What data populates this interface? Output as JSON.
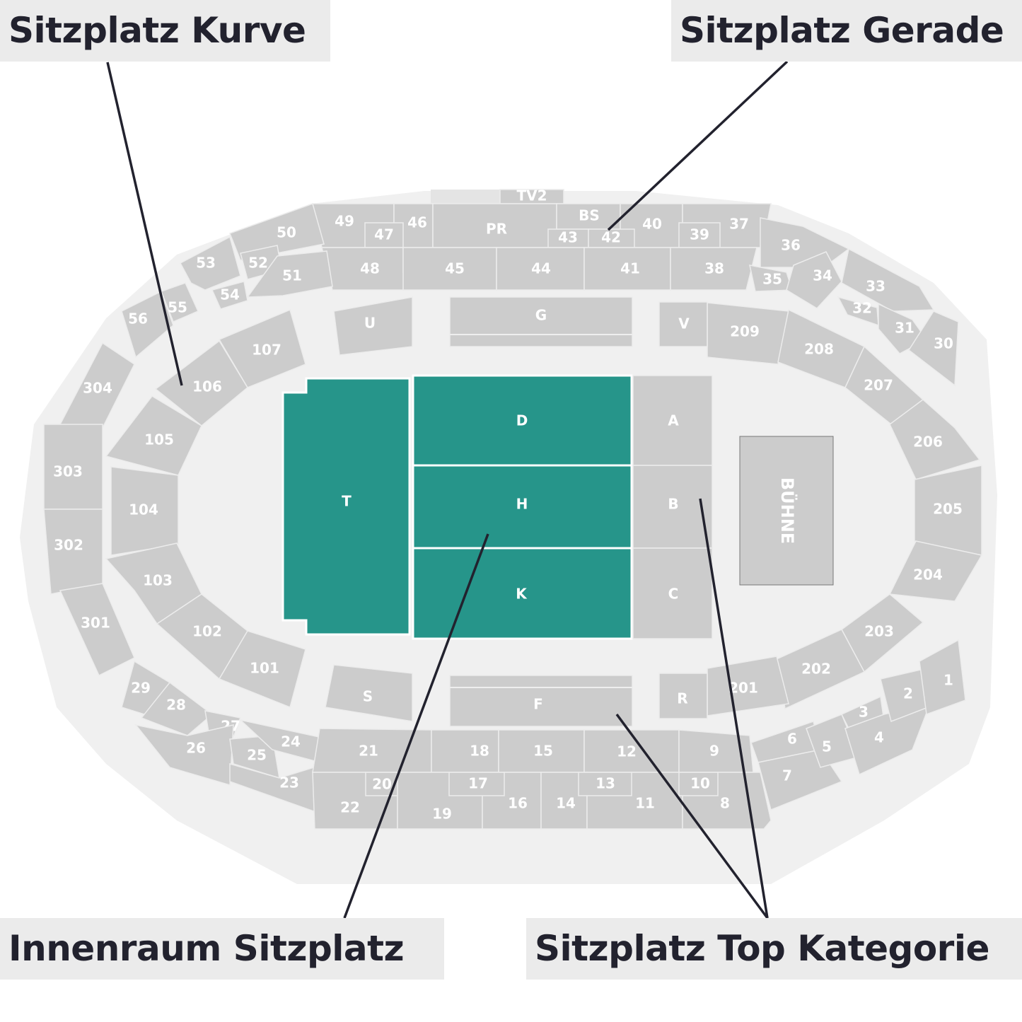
{
  "callouts": {
    "kurve": "Sitzplatz Kurve",
    "gerade": "Sitzplatz Gerade",
    "innenraum": "Innenraum Sitzplatz",
    "top": "Sitzplatz Top Kategorie"
  },
  "stage": "BÜHNE",
  "colors": {
    "section": "#cccccc",
    "highlight": "#26958a",
    "venue": "#f0f0f0",
    "callout_bg": "#ebebeb",
    "text": "#22222e"
  },
  "sections": {
    "TV2": "TV2",
    "49": "49",
    "47": "47",
    "46": "46",
    "PR": "PR",
    "BS": "BS",
    "43": "43",
    "42": "42",
    "40": "40",
    "39": "39",
    "37": "37",
    "48": "48",
    "45": "45",
    "44": "44",
    "41": "41",
    "38": "38",
    "50": "50",
    "53": "53",
    "52": "52",
    "51": "51",
    "54": "54",
    "55": "55",
    "56": "56",
    "36": "36",
    "35": "35",
    "34": "34",
    "33": "33",
    "32": "32",
    "31": "31",
    "30": "30",
    "304": "304",
    "303": "303",
    "302": "302",
    "301": "301",
    "107": "107",
    "106": "106",
    "105": "105",
    "104": "104",
    "103": "103",
    "102": "102",
    "101": "101",
    "209": "209",
    "208": "208",
    "207": "207",
    "206": "206",
    "205": "205",
    "204": "204",
    "203": "203",
    "202": "202",
    "201": "201",
    "29": "29",
    "28": "28",
    "27": "27",
    "26": "26",
    "25": "25",
    "24": "24",
    "23": "23",
    "21": "21",
    "18": "18",
    "15": "15",
    "12": "12",
    "9": "9",
    "22": "22",
    "20": "20",
    "19": "19",
    "17": "17",
    "16": "16",
    "14": "14",
    "13": "13",
    "11": "11",
    "10": "10",
    "8": "8",
    "7": "7",
    "6": "6",
    "5": "5",
    "4": "4",
    "3": "3",
    "2": "2",
    "1": "1",
    "U": "U",
    "G": "G",
    "V": "V",
    "S": "S",
    "F": "F",
    "R": "R",
    "T": "T",
    "D": "D",
    "H": "H",
    "K": "K",
    "A": "A",
    "B": "B",
    "C": "C"
  },
  "highlighted": [
    "T",
    "D",
    "H",
    "K"
  ]
}
